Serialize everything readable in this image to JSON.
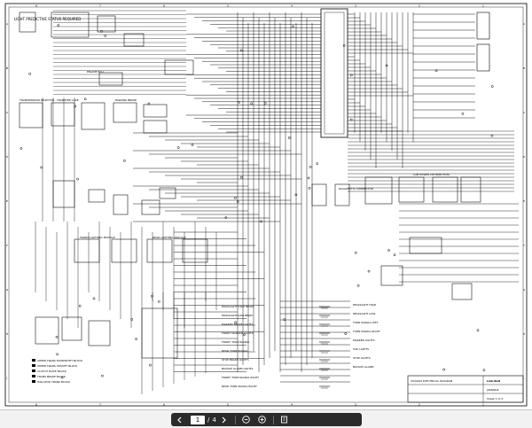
{
  "document": {
    "header_note": "LIGHT PREDICTIVE STATUS REQUIRED",
    "title_block": {
      "title": "CHASSIS ELECTRICAL DIAGRAM",
      "sheet": "Sheet 1 of 4",
      "doc_number": "J49606-B",
      "brand": "Link-Belt"
    },
    "border_letters": [
      "A",
      "B",
      "C",
      "D",
      "E",
      "F",
      "G",
      "H",
      "I"
    ],
    "border_numbers": [
      "8",
      "7",
      "6",
      "5",
      "4",
      "3",
      "2",
      "1"
    ],
    "legend": [
      "UPPER TRANS DOWNSHIFT BLOCK",
      "UPPER TRANS UPSHIFT BLOCK",
      "CLUTCH PLATE BLOCK",
      "TRANS BRAKE BLOCK",
      "ISOLATOR TRANS BLOCK"
    ],
    "right_labels": [
      "HEADLIGHT HIGH",
      "HEADLIGHT LOW",
      "TURN SIGNAL LEFT",
      "TURN SIGNAL RIGHT",
      "MARKER LIGHTS",
      "TAIL LIGHTS",
      "STOP LIGHTS",
      "BACKUP ALARM"
    ],
    "bottom_outputs": [
      "HEADLIGHT HIGH BEAM",
      "HEADLIGHT LOW BEAM",
      "MARKER BRAKE LIGHTS",
      "FRONT MARKER LIGHTS",
      "FRONT TURN SIGNAL",
      "REAR TURN SIGNAL",
      "STOP BRAKE LIGHTS",
      "BACKUP ALARM LIGHTS",
      "FRONT TURN SIGNAL RIGHT",
      "REAR TURN SIGNAL RIGHT"
    ],
    "box_titles": [
      "TRANSMISSION SELECTOR",
      "TRANSFER CASE",
      "PARKING BRAKE",
      "ENGINE ECU",
      "DIAGNOSTIC CONNECTOR",
      "CAB POWER DISTRIBUTION",
      "FRONT LIGHTING MODULE",
      "REAR LIGHTING MODULE"
    ]
  },
  "toolbar": {
    "current_page": "1",
    "separator": "/",
    "total_pages": "4",
    "icons": {
      "prev": "chevron-left-icon",
      "next": "chevron-right-icon",
      "zoom_out": "zoom-out-icon",
      "zoom_in": "zoom-in-icon",
      "fit": "fit-page-icon"
    }
  },
  "colors": {
    "background": "#ffffff",
    "ink": "#000000",
    "toolbar_bg": "#f2f2f2",
    "pager_bg": "#2b2b2b"
  }
}
